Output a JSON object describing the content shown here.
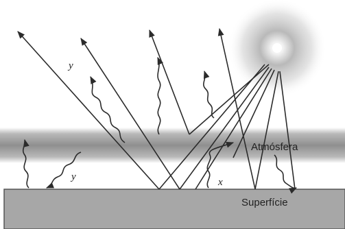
{
  "labels": {
    "atmosphere": "Atmósfera",
    "surface": "Superfície",
    "y_upper": "y",
    "y_lower": "y",
    "x": "x"
  },
  "colors": {
    "ray": "#2b2b2b",
    "atmosphere_band": "#8f8f8f",
    "surface": "#a7a7a7",
    "sun_core": "#ffffff",
    "sun_glow": "#8a8a8a"
  },
  "icons": {
    "sun": "sun-icon",
    "straight_arrow": "arrow-icon",
    "wavy_arrow": "wavy-arrow-icon"
  }
}
